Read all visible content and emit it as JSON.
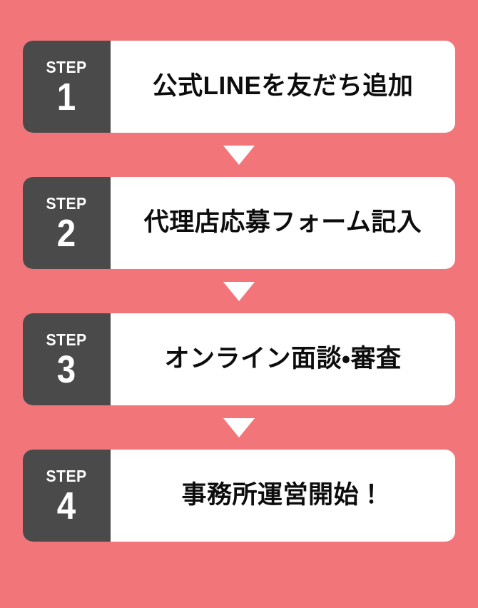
{
  "page": {
    "background_color": "#F2757A",
    "card_background_color": "#FFFFFF",
    "badge_background_color": "#4A4A4A",
    "title_text_color": "#0D0D0D",
    "badge_text_color": "#FFFFFF",
    "separator_icon": "triangle-down-icon"
  },
  "steps": [
    {
      "badge_word": "STEP",
      "number": "1",
      "title": "公式LINEを友だち追加"
    },
    {
      "badge_word": "STEP",
      "number": "2",
      "title": "代理店応募フォーム記入"
    },
    {
      "badge_word": "STEP",
      "number": "3",
      "title": "オンライン面談・審査"
    },
    {
      "badge_word": "STEP",
      "number": "4",
      "title": "事務所運営開始！"
    }
  ]
}
